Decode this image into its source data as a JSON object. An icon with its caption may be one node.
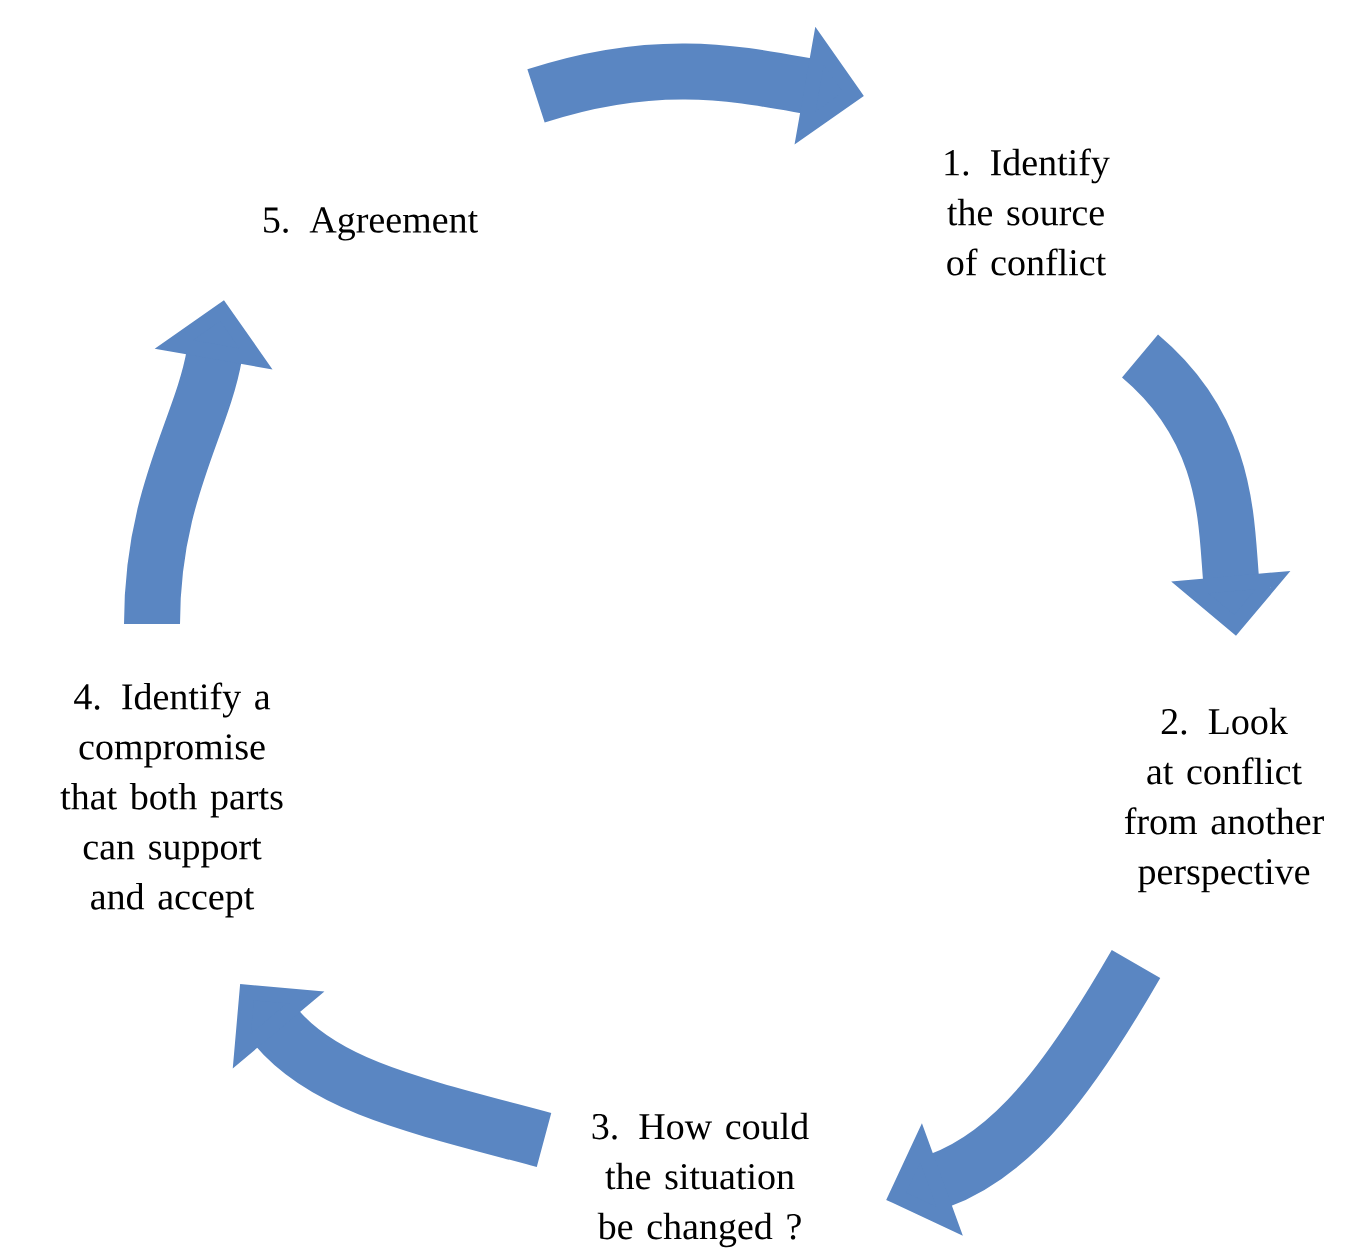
{
  "diagram": {
    "nodes": [
      {
        "text": [
          "1. Identify the source of conflict"
        ]
      },
      {
        "text": [
          "2. Look at conflict from another perspective"
        ]
      },
      {
        "text": [
          "3. How could the situation be changed ?"
        ]
      },
      {
        "text": [
          "4. Identify a compromise that both parts can support and accept"
        ]
      },
      {
        "text": [
          "5. Agreement"
        ]
      }
    ],
    "edges": [
      {
        "from": 0,
        "to": 1,
        "arrow": "to"
      },
      {
        "from": 1,
        "to": 2,
        "arrow": "to"
      },
      {
        "from": 2,
        "to": 3,
        "arrow": "to"
      },
      {
        "from": 3,
        "to": 4,
        "arrow": "to"
      },
      {
        "from": 4,
        "to": 0,
        "arrow": "to"
      }
    ]
  }
}
